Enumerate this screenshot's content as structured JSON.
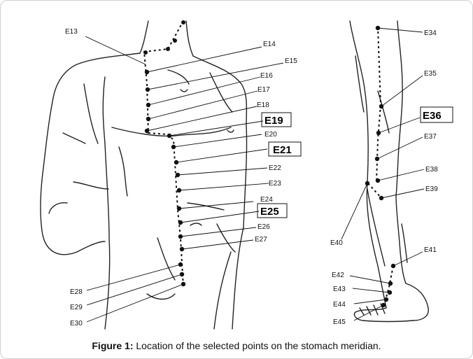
{
  "figure": {
    "caption_label": "Figure 1:",
    "caption_text": " Location of the selected points on the stomach meridian."
  },
  "points": [
    {
      "id": "E13"
    },
    {
      "id": "E14"
    },
    {
      "id": "E15"
    },
    {
      "id": "E16"
    },
    {
      "id": "E17"
    },
    {
      "id": "E18"
    },
    {
      "id": "E19"
    },
    {
      "id": "E20"
    },
    {
      "id": "E21"
    },
    {
      "id": "E22"
    },
    {
      "id": "E23"
    },
    {
      "id": "E24"
    },
    {
      "id": "E25"
    },
    {
      "id": "E26"
    },
    {
      "id": "E27"
    },
    {
      "id": "E28"
    },
    {
      "id": "E29"
    },
    {
      "id": "E30"
    },
    {
      "id": "E34"
    },
    {
      "id": "E35"
    },
    {
      "id": "E36"
    },
    {
      "id": "E37"
    },
    {
      "id": "E38"
    },
    {
      "id": "E39"
    },
    {
      "id": "E40"
    },
    {
      "id": "E41"
    },
    {
      "id": "E42"
    },
    {
      "id": "E43"
    },
    {
      "id": "E44"
    },
    {
      "id": "E45"
    }
  ],
  "highlighted": [
    "E19",
    "E21",
    "E25",
    "E36"
  ]
}
